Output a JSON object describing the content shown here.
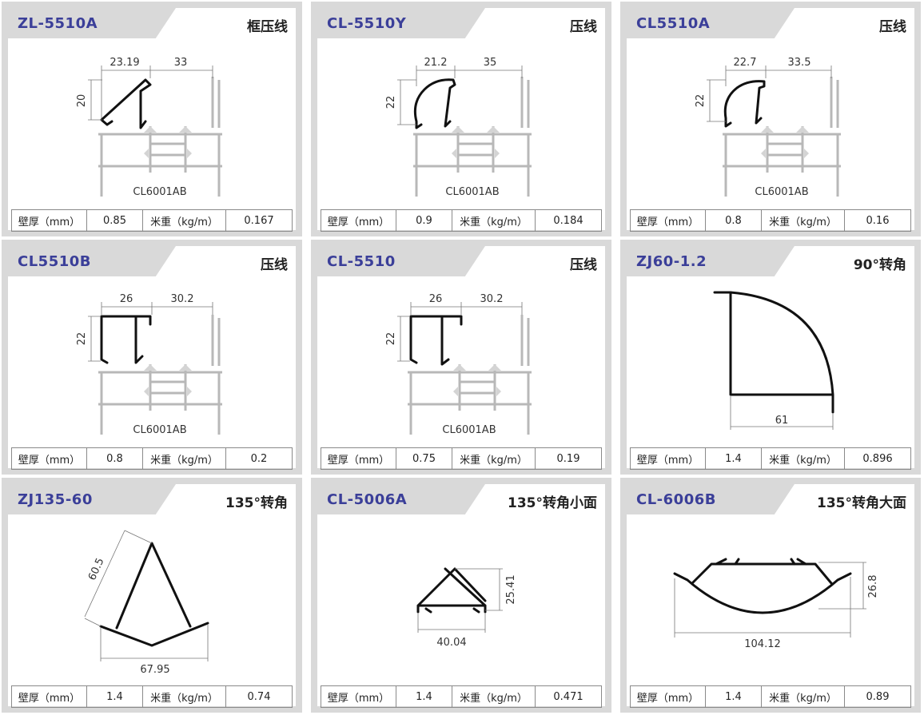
{
  "spec_labels": {
    "wall_thickness": "壁厚（mm）",
    "unit_weight": "米重（kg/m）"
  },
  "colors": {
    "model_code": "#3b3f99",
    "card_border": "#d9d9d9",
    "profile_line": "#111111",
    "frame_line": "#b8b8b8"
  },
  "cards": [
    {
      "code": "ZL-5510A",
      "name": "框压线",
      "thickness": "0.85",
      "weight": "0.167",
      "dims": {
        "d1": "23.19",
        "d2": "33",
        "d3": "20"
      },
      "frame_label": "CL6001AB"
    },
    {
      "code": "CL-5510Y",
      "name": "压线",
      "thickness": "0.9",
      "weight": "0.184",
      "dims": {
        "d1": "21.2",
        "d2": "35",
        "d3": "22"
      },
      "frame_label": "CL6001AB"
    },
    {
      "code": "CL5510A",
      "name": "压线",
      "thickness": "0.8",
      "weight": "0.16",
      "dims": {
        "d1": "22.7",
        "d2": "33.5",
        "d3": "22"
      },
      "frame_label": "CL6001AB"
    },
    {
      "code": "CL5510B",
      "name": "压线",
      "thickness": "0.8",
      "weight": "0.2",
      "dims": {
        "d1": "26",
        "d2": "30.2",
        "d3": "22"
      },
      "frame_label": "CL6001AB"
    },
    {
      "code": "CL-5510",
      "name": "压线",
      "thickness": "0.75",
      "weight": "0.19",
      "dims": {
        "d1": "26",
        "d2": "30.2",
        "d3": "22"
      },
      "frame_label": "CL6001AB"
    },
    {
      "code": "ZJ60-1.2",
      "name": "90°转角",
      "thickness": "1.4",
      "weight": "0.896",
      "dims": {
        "d1": "61"
      }
    },
    {
      "code": "ZJ135-60",
      "name": "135°转角",
      "thickness": "1.4",
      "weight": "0.74",
      "dims": {
        "d1": "60.5",
        "d2": "67.95"
      }
    },
    {
      "code": "CL-5006A",
      "name": "135°转角小面",
      "thickness": "1.4",
      "weight": "0.471",
      "dims": {
        "d1": "25.41",
        "d2": "40.04"
      }
    },
    {
      "code": "CL-6006B",
      "name": "135°转角大面",
      "thickness": "1.4",
      "weight": "0.89",
      "dims": {
        "d1": "26.8",
        "d2": "104.12"
      }
    }
  ]
}
